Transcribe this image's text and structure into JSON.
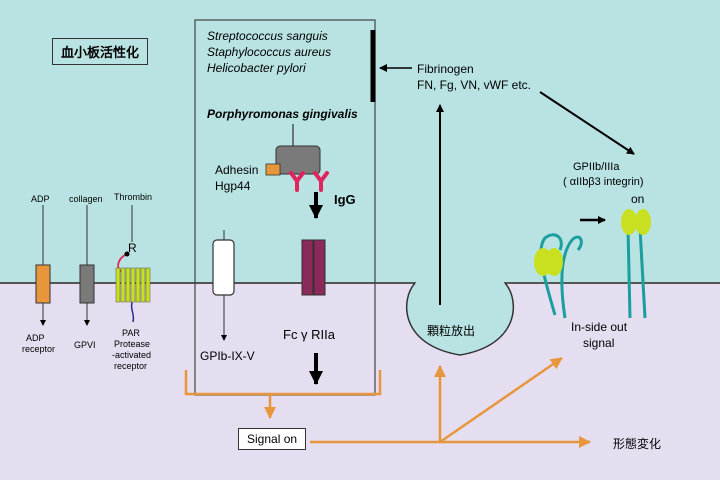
{
  "title": "血小板活性化",
  "bacteria": [
    "Streptococcus sanguis",
    "Staphylococcus aureus",
    "Helicobacter pylori"
  ],
  "pg": "Porphyromonas gingivalis",
  "adhesin": [
    "Adhesin",
    "Hgp44"
  ],
  "igg": "IgG",
  "fc_receptor": "Fc γ RIIa",
  "gp_ib": "GPIb-IX-V",
  "fibrinogen": [
    "Fibrinogen",
    "FN, Fg, VN, vWF etc."
  ],
  "granule": "顆粒放出",
  "integrin": [
    "GPIIb/IIIa",
    "( αIIbβ3 integrin)",
    "on"
  ],
  "inside_out": [
    "In-side out",
    "signal"
  ],
  "signal_on": "Signal on",
  "shape_change": "形態変化",
  "adp": "ADP",
  "adp_receptor": [
    "ADP",
    "receptor"
  ],
  "collagen": "collagen",
  "gpvi": "GPVI",
  "thrombin": "Thrombin",
  "r_label": "R",
  "par": [
    "PAR",
    "Protease",
    "-activated",
    "receptor"
  ],
  "colors": {
    "background_top": "#b9e2e2",
    "background_bottom": "#e4def0",
    "arrow_orange": "#e8963c",
    "receptor_purple": "#8b2a5a",
    "igg_pink": "#e0245e",
    "integrin_green": "#c8e020",
    "integrin_teal": "#1a9e9e"
  }
}
